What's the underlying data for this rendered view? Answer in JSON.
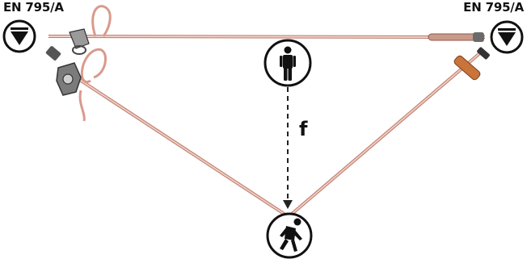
{
  "anchors": {
    "left_standard": "EN 795/A",
    "right_standard": "EN 795/A",
    "anchor_icon": "anchor-triangle-icon"
  },
  "fall_label": "f",
  "icons": {
    "top": "standing-person-icon",
    "bottom": "falling-person-icon"
  },
  "colors": {
    "rope": "#e9b5a8",
    "rope_edge": "#b57a6c",
    "dashed": "#222222",
    "icon": "#111111"
  }
}
